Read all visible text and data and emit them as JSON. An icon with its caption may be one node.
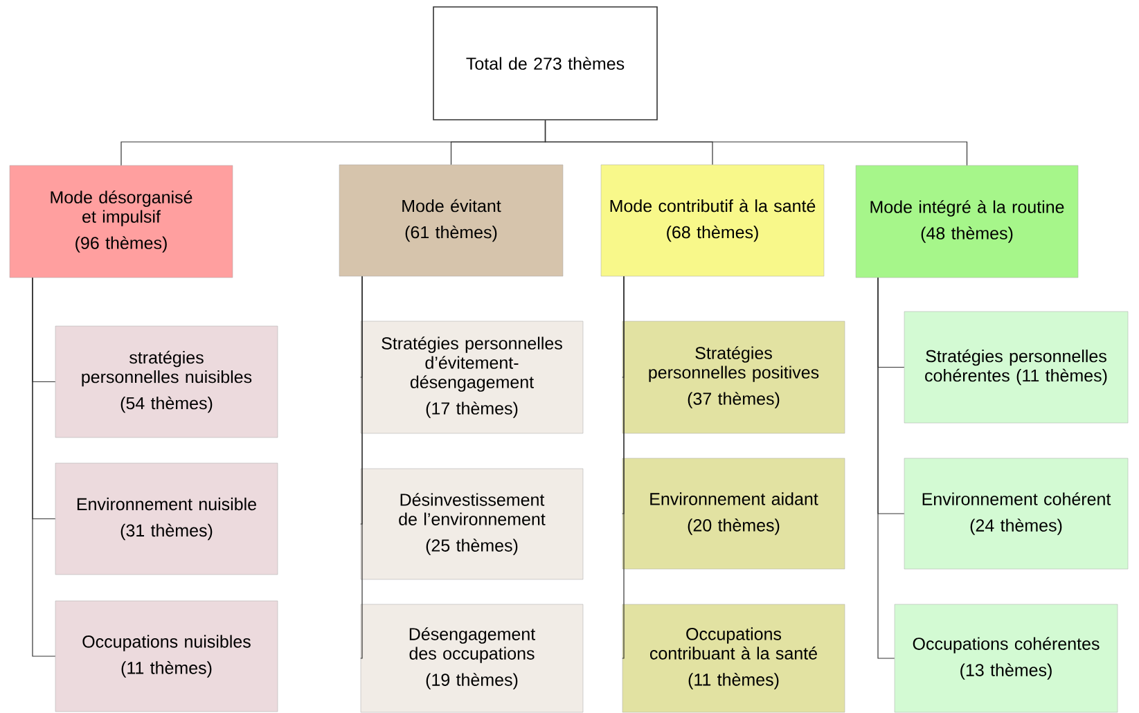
{
  "diagram": {
    "nodes": [
      {
        "text": [
          "Total de 273 thèmes"
        ]
      },
      {
        "text": [
          "Mode désorganisé et impulsif",
          "(96 thèmes)"
        ]
      },
      {
        "text": [
          "Mode évitant",
          "(61 thèmes)"
        ]
      },
      {
        "text": [
          "Mode contributif à la santé",
          "(68 thèmes)"
        ]
      },
      {
        "text": [
          "Mode intégré à la routine",
          "(48 thèmes)"
        ]
      },
      {
        "text": [
          "stratégies personnelles nuisibles",
          "(54 thèmes)"
        ]
      },
      {
        "text": [
          "Environnement nuisible",
          "(31 thèmes)"
        ]
      },
      {
        "text": [
          "Occupations nuisibles",
          "(11 thèmes)"
        ]
      },
      {
        "text": [
          "Stratégies personnelles d’évitement-désengagement",
          "(17 thèmes)"
        ]
      },
      {
        "text": [
          "Désinvestissement de l’environnement",
          "(25 thèmes)"
        ]
      },
      {
        "text": [
          "Désengagement des occupations",
          "(19 thèmes)"
        ]
      },
      {
        "text": [
          "Stratégies personnelles positives",
          "(37 thèmes)"
        ]
      },
      {
        "text": [
          "Environnement aidant",
          "(20 thèmes)"
        ]
      },
      {
        "text": [
          "Occupations contribuant à la santé",
          "(11 thèmes)"
        ]
      },
      {
        "text": [
          "Stratégies personnelles cohérentes (11 thèmes)"
        ]
      },
      {
        "text": [
          "Environnement cohérent",
          "(24 thèmes)"
        ]
      },
      {
        "text": [
          "Occupations cohérentes",
          "(13 thèmes)"
        ]
      }
    ],
    "edges": [
      {
        "from": 0,
        "to": 1,
        "arrow": "none"
      },
      {
        "from": 0,
        "to": 2,
        "arrow": "none"
      },
      {
        "from": 0,
        "to": 3,
        "arrow": "none"
      },
      {
        "from": 0,
        "to": 4,
        "arrow": "none"
      },
      {
        "from": 1,
        "to": 5,
        "arrow": "none"
      },
      {
        "from": 1,
        "to": 6,
        "arrow": "none"
      },
      {
        "from": 1,
        "to": 7,
        "arrow": "none"
      },
      {
        "from": 2,
        "to": 8,
        "arrow": "none"
      },
      {
        "from": 2,
        "to": 9,
        "arrow": "none"
      },
      {
        "from": 2,
        "to": 10,
        "arrow": "none"
      },
      {
        "from": 3,
        "to": 11,
        "arrow": "none"
      },
      {
        "from": 3,
        "to": 12,
        "arrow": "none"
      },
      {
        "from": 3,
        "to": 13,
        "arrow": "none"
      },
      {
        "from": 4,
        "to": 14,
        "arrow": "none"
      },
      {
        "from": 4,
        "to": 15,
        "arrow": "none"
      },
      {
        "from": 4,
        "to": 16,
        "arrow": "none"
      }
    ]
  }
}
